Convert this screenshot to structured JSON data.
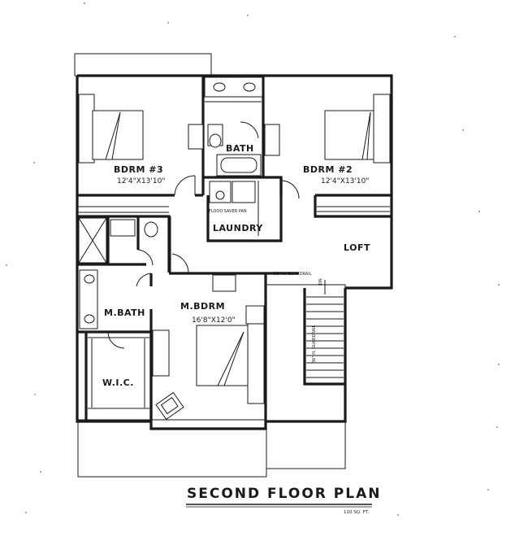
{
  "plan": {
    "title": "SECOND FLOOR PLAN",
    "area_note": "110 SQ. FT.",
    "rooms": {
      "bdrm3": {
        "name": "BDRM #3",
        "dims": "12'4\"X13'10\""
      },
      "bdrm2": {
        "name": "BDRM #2",
        "dims": "12'4\"X13'10\""
      },
      "bath": {
        "name": "BATH"
      },
      "laundry": {
        "name": "LAUNDRY",
        "note": "FLOOD SAVER PAN"
      },
      "loft": {
        "name": "LOFT"
      },
      "mbdrm": {
        "name": "M.BDRM",
        "dims": "16'8\"X12'0\""
      },
      "mbath": {
        "name": "M.BATH"
      },
      "wic": {
        "name": "W.I.C."
      }
    },
    "notes": {
      "guardrail_top": "36\" H. GUARDRAIL",
      "guardrail_side": "36\" H. GUARDRAIL",
      "stair": "DN"
    }
  }
}
